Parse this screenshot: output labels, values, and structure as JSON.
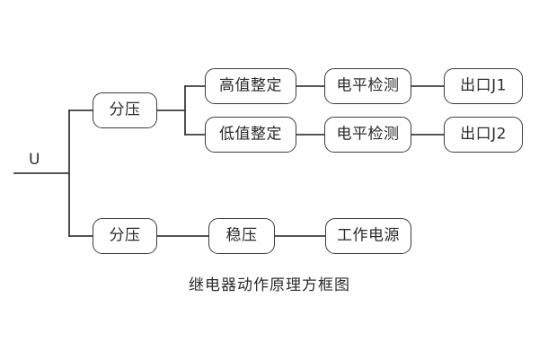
{
  "diagram": {
    "caption": "继电器动作原理方框图",
    "source": {
      "label": "U"
    },
    "nodes": {
      "divider_top": "分压",
      "high_set": "高值整定",
      "low_set": "低值整定",
      "level_detect_1": "电平检测",
      "level_detect_2": "电平检测",
      "output_j1": "出口J1",
      "output_j2": "出口J2",
      "divider_bottom": "分压",
      "regulator": "稳压",
      "work_power": "工作电源"
    },
    "colors": {
      "background": "#ffffff",
      "border": "#3b3b3b",
      "wire": "#3b3b3b",
      "text": "#2b2b2b"
    }
  }
}
